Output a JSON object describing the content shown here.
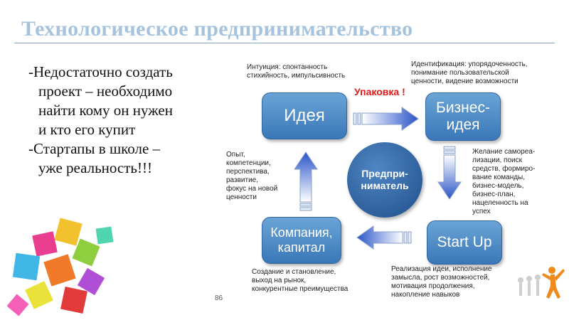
{
  "title": "Технологическое предпринимательство",
  "bullets": [
    [
      "-Недостаточно создать",
      "проект – необходимо",
      "найти кому он нужен",
      "и кто его купит"
    ],
    [
      "-Стартапы в школе –",
      "уже реальность!!!"
    ]
  ],
  "diagram": {
    "nodes": {
      "idea": {
        "lines": [
          "Идея"
        ]
      },
      "business_idea": {
        "lines": [
          "Бизнес-",
          "идея"
        ]
      },
      "startup": {
        "lines": [
          "Start Up"
        ]
      },
      "company": {
        "lines": [
          "Компания,",
          "капитал"
        ]
      },
      "center": {
        "lines": [
          "Предпри-",
          "ниматель"
        ]
      }
    },
    "packaging_label": "Упаковка !",
    "notes": {
      "idea": [
        "Интуиция: спонтанность",
        "стихийность, импульсивность"
      ],
      "business_idea": [
        "Идентификация: упорядоченность,",
        "понимание пользовательской",
        "ценности, видение возможности"
      ],
      "startup_desire": [
        "Желание самореа-",
        "лизации, поиск",
        "средств, формиро-",
        "вание команды,",
        "бизнес-модель,",
        "бизнес-план,",
        "нацеленность на",
        "успех"
      ],
      "startup": [
        "Реализация идеи, исполнение",
        "замысла, рост возможностей,",
        "мотивация продолжения,",
        "накопление навыков"
      ],
      "company": [
        "Создание и становление,",
        "выход на рынок,",
        "конкурентные преимущества"
      ],
      "experience": [
        "Опыт,",
        "компетенции,",
        "перспектива,",
        "развитие,",
        "фокус на новой",
        "ценности"
      ]
    },
    "page_number": "86"
  },
  "colors": {
    "box_top": "#6aa4d6",
    "box_bottom": "#3a77b8",
    "arrow": "#2a55c8",
    "title": "#a6c3de",
    "packaging": "#e01818"
  }
}
